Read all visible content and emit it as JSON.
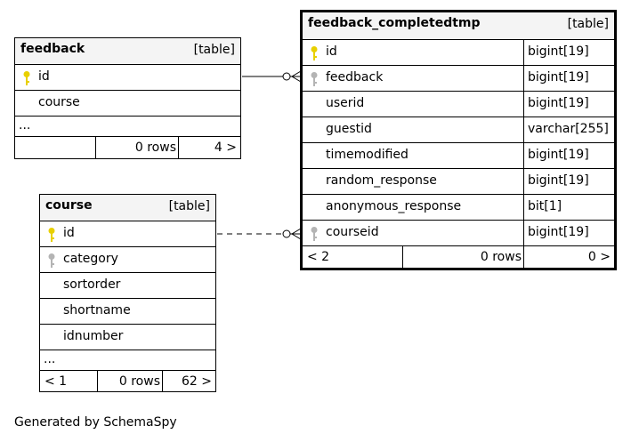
{
  "tables": {
    "feedback": {
      "name": "feedback",
      "kind": "[table]",
      "columns": [
        {
          "name": "id",
          "key": "primary"
        },
        {
          "name": "course",
          "key": "none"
        }
      ],
      "ellipsis": "...",
      "footer": {
        "parents": "",
        "rows": "0 rows",
        "children": "4 >"
      }
    },
    "course": {
      "name": "course",
      "kind": "[table]",
      "columns": [
        {
          "name": "id",
          "key": "primary"
        },
        {
          "name": "category",
          "key": "foreign"
        },
        {
          "name": "sortorder",
          "key": "none"
        },
        {
          "name": "shortname",
          "key": "none"
        },
        {
          "name": "idnumber",
          "key": "none"
        }
      ],
      "ellipsis": "...",
      "footer": {
        "parents": "< 1",
        "rows": "0 rows",
        "children": "62 >"
      }
    },
    "feedback_completedtmp": {
      "name": "feedback_completedtmp",
      "kind": "[table]",
      "columns": [
        {
          "name": "id",
          "type": "bigint[19]",
          "key": "primary"
        },
        {
          "name": "feedback",
          "type": "bigint[19]",
          "key": "foreign"
        },
        {
          "name": "userid",
          "type": "bigint[19]",
          "key": "none"
        },
        {
          "name": "guestid",
          "type": "varchar[255]",
          "key": "none"
        },
        {
          "name": "timemodified",
          "type": "bigint[19]",
          "key": "none"
        },
        {
          "name": "random_response",
          "type": "bigint[19]",
          "key": "none"
        },
        {
          "name": "anonymous_response",
          "type": "bit[1]",
          "key": "none"
        },
        {
          "name": "courseid",
          "type": "bigint[19]",
          "key": "foreign"
        }
      ],
      "footer": {
        "parents": "< 2",
        "rows": "0 rows",
        "children": "0 >"
      }
    }
  },
  "relationships": [
    {
      "from": "feedback.id",
      "to": "feedback_completedtmp.feedback",
      "style": "solid"
    },
    {
      "from": "course.id",
      "to": "feedback_completedtmp.courseid",
      "style": "dashed"
    }
  ],
  "colors": {
    "primary_key": "#e8d000",
    "foreign_key": "#b4b4b4",
    "header_bg": "#f4f4f4"
  },
  "caption": "Generated by SchemaSpy"
}
